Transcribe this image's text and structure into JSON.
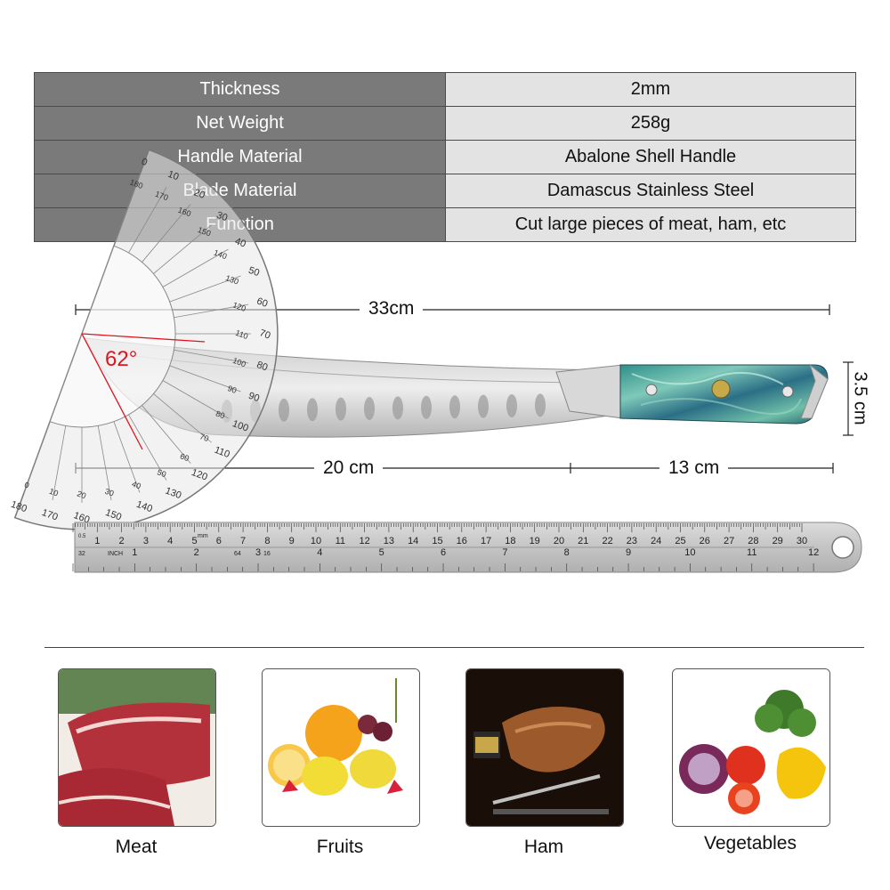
{
  "specs": [
    {
      "label": "Thickness",
      "value": "2mm"
    },
    {
      "label": "Net Weight",
      "value": "258g"
    },
    {
      "label": "Handle Material",
      "value": "Abalone Shell Handle"
    },
    {
      "label": "Blade Material",
      "value": "Damascus  Stainless Steel"
    },
    {
      "label": "Function",
      "value": "Cut large pieces of meat, ham, etc"
    }
  ],
  "dimensions": {
    "overall_length": "33cm",
    "blade_length": "20 cm",
    "handle_length": "13 cm",
    "height": "3.5 cm",
    "angle": "62°"
  },
  "protractor": {
    "outer_ticks": [
      "0",
      "10",
      "20",
      "30",
      "40",
      "50",
      "60",
      "70",
      "80",
      "90",
      "100",
      "110",
      "120",
      "130",
      "140",
      "150",
      "160",
      "170",
      "180"
    ],
    "inner_ticks": [
      "180",
      "170",
      "160",
      "150",
      "140",
      "130",
      "120",
      "110",
      "100",
      "90",
      "80",
      "70",
      "60",
      "50",
      "40",
      "30",
      "20",
      "10",
      "0"
    ]
  },
  "ruler": {
    "cm_marks": [
      "1",
      "2",
      "3",
      "4",
      "5",
      "6",
      "7",
      "8",
      "9",
      "10",
      "11",
      "12",
      "13",
      "14",
      "15",
      "16",
      "17",
      "18",
      "19",
      "20",
      "21",
      "22",
      "23",
      "24",
      "25",
      "26",
      "27",
      "28",
      "29",
      "30"
    ],
    "inch_marks": [
      "1",
      "2",
      "3",
      "4",
      "5",
      "6",
      "7",
      "8",
      "9",
      "10",
      "11",
      "12"
    ],
    "unit_mm": "mm",
    "unit_inch": "INCH",
    "small_labels": [
      "0.5",
      "32",
      "64",
      "16"
    ]
  },
  "uses": [
    {
      "label": "Meat",
      "icon": "meat-photo"
    },
    {
      "label": "Fruits",
      "icon": "fruits-photo"
    },
    {
      "label": "Ham",
      "icon": "ham-photo"
    },
    {
      "label": "Vegetables",
      "icon": "vegetables-photo"
    }
  ],
  "colors": {
    "key_cell": "#7a7a7a",
    "value_cell": "#e3e3e3",
    "angle_red": "#e0141e",
    "handle_teal": "#3fa6a0"
  }
}
